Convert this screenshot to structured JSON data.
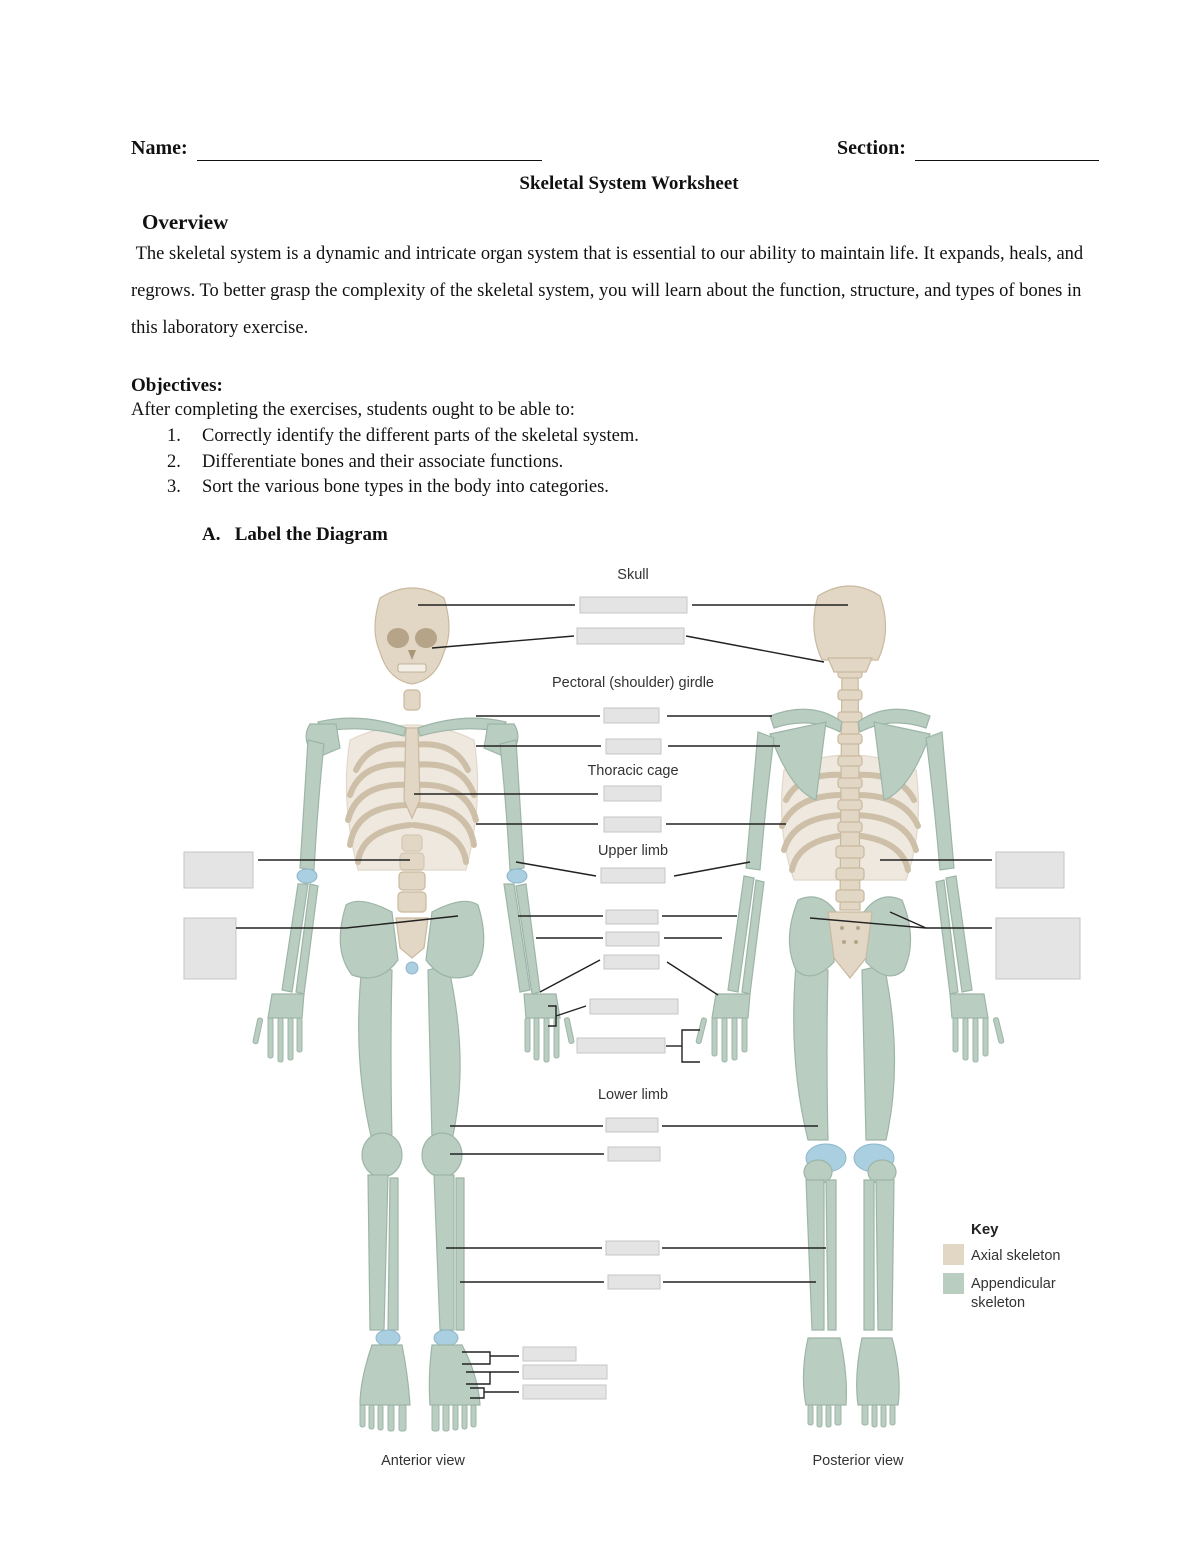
{
  "header": {
    "name_label": "Name:",
    "section_label": "Section:"
  },
  "title": "Skeletal System Worksheet",
  "overview": {
    "heading": "Overview",
    "text": "The skeletal system is a dynamic and intricate organ system that is essential to our ability to maintain life. It expands, heals, and regrows. To better grasp the complexity of the skeletal system, you will learn about the function, structure, and types of bones in this laboratory exercise."
  },
  "objectives": {
    "heading": "Objectives:",
    "intro": "After completing the exercises, students ought to be able to:",
    "items": [
      {
        "num": "1.",
        "text": "Correctly identify the different parts of the skeletal system."
      },
      {
        "num": "2.",
        "text": "Differentiate bones and their associate functions."
      },
      {
        "num": "3.",
        "text": "Sort the various bone types in the body into categories."
      }
    ]
  },
  "section_a": {
    "label": "A.",
    "title": "Label the Diagram"
  },
  "diagram": {
    "group_labels": {
      "skull": "Skull",
      "pectoral": "Pectoral (shoulder) girdle",
      "thoracic": "Thoracic cage",
      "upper_limb": "Upper limb",
      "lower_limb": "Lower limb"
    },
    "views": {
      "anterior": "Anterior view",
      "posterior": "Posterior view"
    },
    "key": {
      "title": "Key",
      "axial": "Axial skeleton",
      "appendicular_line1": "Appendicular",
      "appendicular_line2": "skeleton"
    },
    "colors": {
      "axial": "#e2d6c4",
      "appendicular": "#b9cdc1",
      "axial_stroke": "#c9b99f",
      "appendicular_stroke": "#9db5a8",
      "joint": "#a9cfe0",
      "label_box": "#e4e4e4",
      "label_box_stroke": "#c6c6c6",
      "leader_line": "#222222"
    }
  }
}
